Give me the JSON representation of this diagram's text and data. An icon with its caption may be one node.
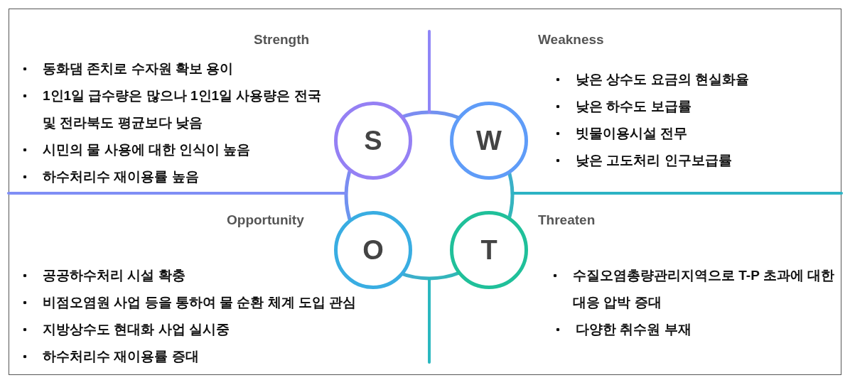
{
  "diagram": {
    "nodes": [
      {
        "text": [
          "S"
        ]
      },
      {
        "text": [
          "W"
        ]
      },
      {
        "text": [
          "O"
        ]
      },
      {
        "text": [
          "T"
        ]
      }
    ],
    "labels": [
      "Strength",
      "동화댐 존치로 수자원 확보 용이",
      "1인1일 급수량은 많으나 1인1일 사용량은 전국 및 전라북도 평균보다 낮음",
      "시민의 물 사용에 대한 인식이 높음",
      "하수처리수 재이용률 높음",
      "Weakness",
      "낮은 상수도 요금의 현실화율",
      "낮은 하수도 보급률",
      "빗물이용시설 전무",
      "낮은 고도처리 인구보급률",
      "Opportunity",
      "공공하수처리 시설 확충",
      "비점오염원 사업 등을 통하여 물 순환 체계 도입 관심",
      "지방상수도 현대화 사업 실시중",
      "하수처리수 재이용률 증대",
      "Threaten",
      "수질오염총량관리지역으로 T-P 초과에 대한 대응 압박 증대",
      "다양한 취수원 부재"
    ]
  }
}
